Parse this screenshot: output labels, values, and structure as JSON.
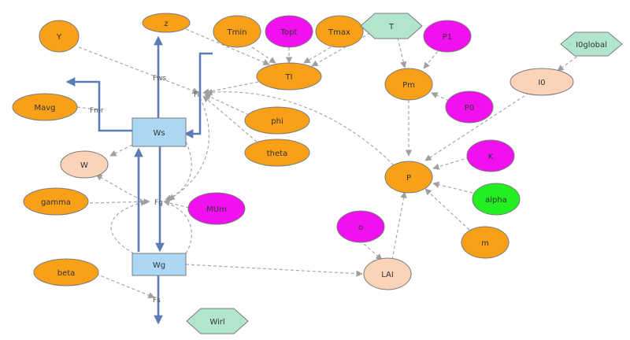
{
  "colors": {
    "orange": "#f8a018",
    "magenta": "#f010f0",
    "green": "#22ee22",
    "peach": "#fbd3b8",
    "stock": "#add8f5",
    "hexagon": "#b2e6cc",
    "flow": "#5b7db3",
    "link": "#a8a8a8"
  },
  "nodes": {
    "Y": "Y",
    "z": "z",
    "Tmin": "Tmin",
    "Topt": "Topt",
    "Tmax": "Tmax",
    "T": "T",
    "P1": "P1",
    "I0global": "I0global",
    "TI": "TI",
    "Pm": "Pm",
    "I0": "I0",
    "Mavg": "Mavg",
    "P0": "P0",
    "phi": "phi",
    "theta": "theta",
    "W": "W",
    "K": "K",
    "P": "P",
    "gamma": "gamma",
    "MUm": "MUm",
    "alpha": "alpha",
    "o": "o",
    "m": "m",
    "beta": "beta",
    "LAI": "LAI",
    "Wirl": "Wirl"
  },
  "stocks": {
    "Ws": "Ws",
    "Wg": "Wg"
  },
  "flow_labels": {
    "fws_up": "Fws",
    "fmr": "Fmr",
    "fi": "Fi",
    "fg": "Fg",
    "fs": "Fs"
  }
}
